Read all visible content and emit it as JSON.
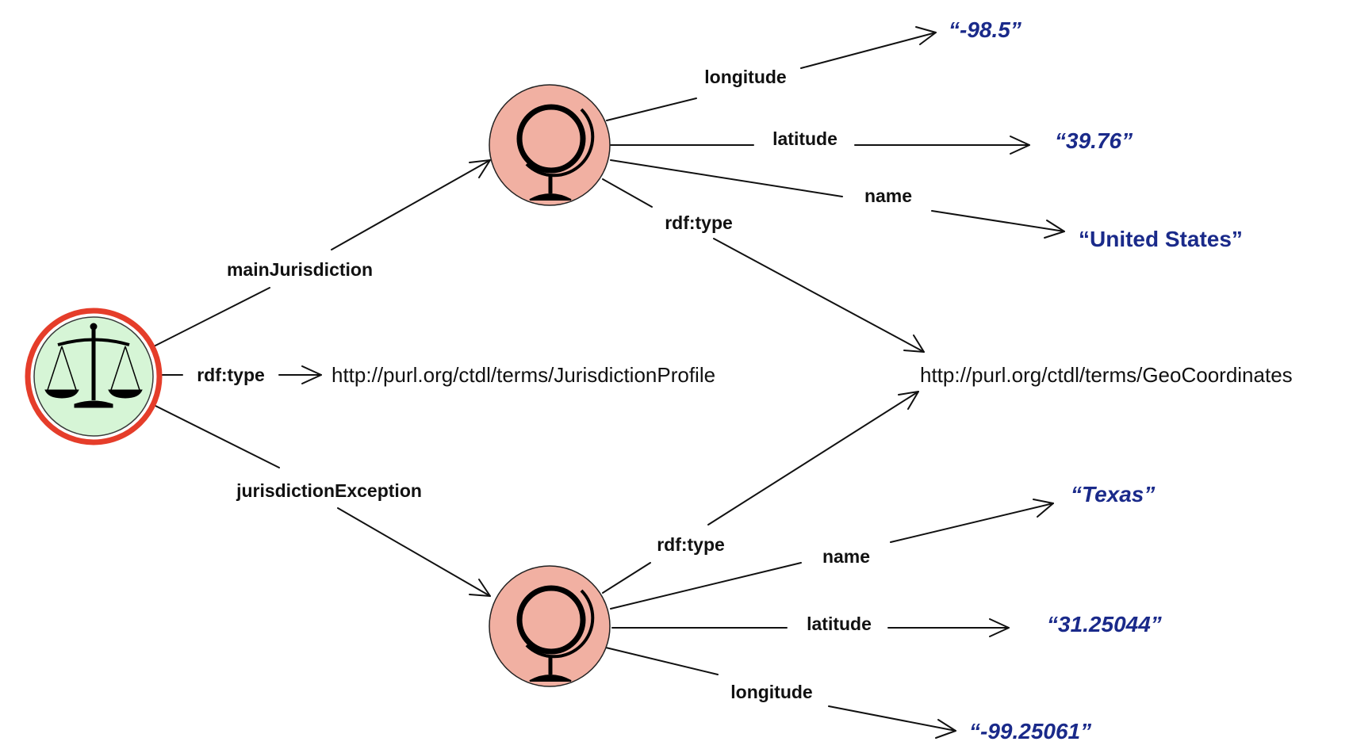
{
  "colors": {
    "profile_node_fill": "#d6f5d6",
    "profile_node_ring": "#e53d2a",
    "geo_node_fill": "#f1b0a2",
    "literal_text": "#1a2a8a",
    "edge": "#111111"
  },
  "nodes": {
    "profile": {
      "icon": "scales-of-justice-icon"
    },
    "main_geo": {
      "icon": "globe-icon"
    },
    "exception_geo": {
      "icon": "globe-icon"
    }
  },
  "uris": {
    "jurisdiction_profile": "http://purl.org/ctdl/terms/JurisdictionProfile",
    "geo_coordinates": "http://purl.org/ctdl/terms/GeoCoordinates"
  },
  "edges": {
    "profile_type": "rdf:type",
    "main_jurisdiction": "mainJurisdiction",
    "jurisdiction_exception": "jurisdictionException",
    "main_longitude": "longitude",
    "main_latitude": "latitude",
    "main_name": "name",
    "main_type": "rdf:type",
    "exc_type": "rdf:type",
    "exc_name": "name",
    "exc_latitude": "latitude",
    "exc_longitude": "longitude"
  },
  "literals": {
    "main_longitude": "“-98.5”",
    "main_latitude": "“39.76”",
    "main_name": "“United States”",
    "exc_name": "“Texas”",
    "exc_latitude": "“31.25044”",
    "exc_longitude": "“-99.25061”"
  }
}
